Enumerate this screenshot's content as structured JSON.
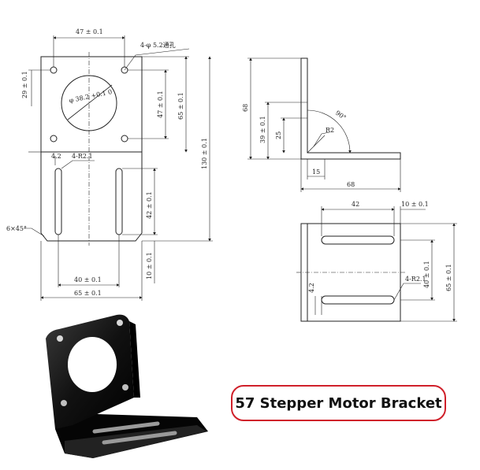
{
  "front_view": {
    "top_width": "47 ± 0.1",
    "hole_callout": "4-φ 5.2通孔",
    "left_height": "29 ± 0.1",
    "bore_diameter": "φ 38.2 +0.1 0",
    "inner_height": "47 ± 0.1",
    "outer_height": "65 ± 0.1",
    "total_height": "130 ± 0.1",
    "slot_offset": "4.2",
    "slot_callout": "4-R2.1",
    "slot_length": "42 ± 0.1",
    "bottom_offset": "10 ± 0.1",
    "chamfer": "6×45°",
    "slot_spacing": "40 ± 0.1",
    "bottom_width": "65 ± 0.1"
  },
  "side_view": {
    "height": "68",
    "height_39": "39 ± 0.1",
    "height_25": "25",
    "angle": "90°",
    "radius": "R2",
    "depth_15": "15",
    "width_68": "68"
  },
  "top_view": {
    "slot_length": "42",
    "edge_offset": "10 ± 0.1",
    "slot_spacing": "40 ± 0.1",
    "total_width": "65 ± 0.1",
    "slot_callout": "4-R2.1",
    "offset_42": "4.2"
  },
  "title": "57 Stepper Motor Bracket"
}
